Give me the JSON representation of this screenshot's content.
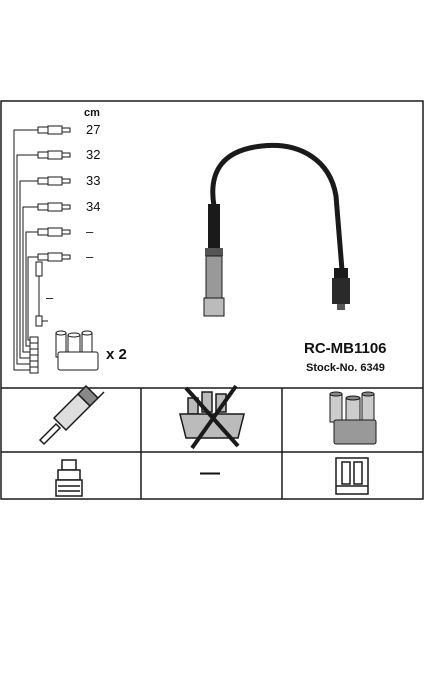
{
  "product": {
    "reference": "RC-MB1106",
    "stock_number": "Stock-No. 6349",
    "quantity_label": "x 2"
  },
  "lengths": {
    "unit": "cm",
    "items": [
      "27",
      "32",
      "33",
      "34",
      "–",
      "–",
      "–"
    ]
  },
  "compatibility": {
    "ignition_coil_cell": "—"
  },
  "colors": {
    "line": "#1a1a1a",
    "background": "#ffffff"
  }
}
